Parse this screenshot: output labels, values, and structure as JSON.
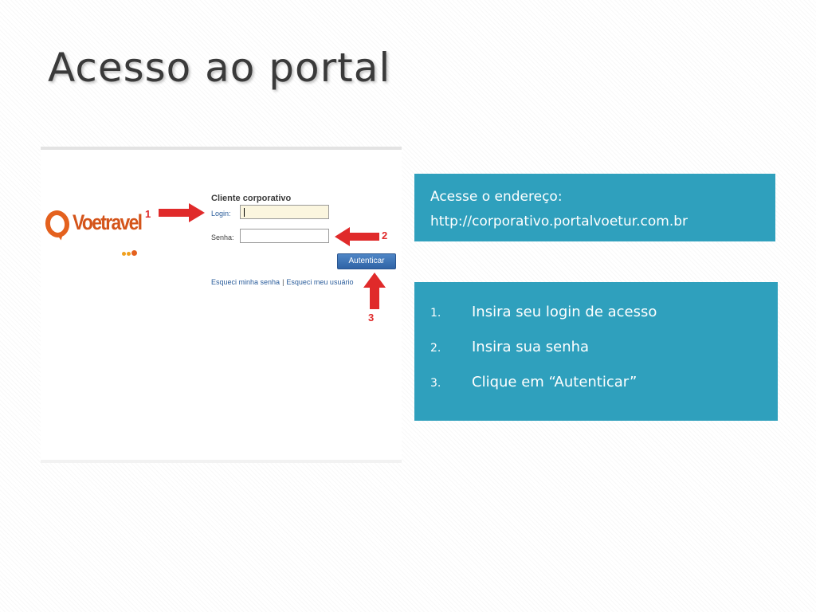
{
  "slide": {
    "title": "Acesso ao portal"
  },
  "screenshot": {
    "logo": {
      "text": "Voetravel"
    },
    "form": {
      "title": "Cliente corporativo",
      "login_label": "Login:",
      "senha_label": "Senha:",
      "login_value": "",
      "senha_value": "",
      "submit_label": "Autenticar",
      "forgot_password_link": "Esqueci minha senha",
      "separator": "|",
      "forgot_user_link": "Esqueci meu usuário"
    },
    "callouts": {
      "one": "1",
      "two": "2",
      "three": "3"
    }
  },
  "info_box": {
    "line1": "Acesse o endereço:",
    "line2": "http://corporativo.portalvoetur.com.br"
  },
  "steps": [
    {
      "num": "1.",
      "text": "Insira seu login de acesso"
    },
    {
      "num": "2.",
      "text": "Insira sua senha"
    },
    {
      "num": "3.",
      "text": "Clique em “Autenticar”"
    }
  ],
  "colors": {
    "accent_box": "#2fa0bd",
    "arrow_red": "#e02a2a",
    "button_blue": "#3a70b3",
    "logo_orange": "#e4611e"
  }
}
